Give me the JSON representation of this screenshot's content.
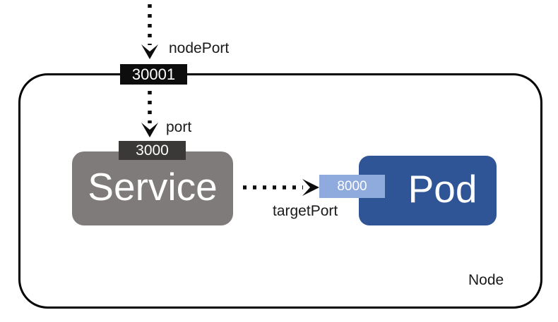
{
  "diagram": {
    "title": "kubernetes-service-port-mapping",
    "node": {
      "label": "Node",
      "outline_color": "#000000"
    },
    "service": {
      "label": "Service",
      "fill": "#7f7b7b",
      "text_color": "#ffffff"
    },
    "pod": {
      "label": "Pod",
      "fill": "#2f5597",
      "text_color": "#ffffff"
    },
    "ports": {
      "nodePort": {
        "label": "nodePort",
        "value": "30001",
        "chip_fill": "#0d0d0d",
        "chip_text_color": "#ffffff"
      },
      "port": {
        "label": "port",
        "value": "3000",
        "chip_fill": "#3b3838",
        "chip_text_color": "#ffffff"
      },
      "targetPort": {
        "label": "targetPort",
        "value": "8000",
        "chip_fill": "#8faadc",
        "chip_text_color": "#ffffff"
      }
    },
    "arrows": [
      {
        "name": "external-to-nodeport",
        "style": "dotted",
        "direction": "down"
      },
      {
        "name": "nodeport-to-port",
        "style": "dotted",
        "direction": "down"
      },
      {
        "name": "service-to-targetport",
        "style": "dotted",
        "direction": "right"
      }
    ]
  }
}
